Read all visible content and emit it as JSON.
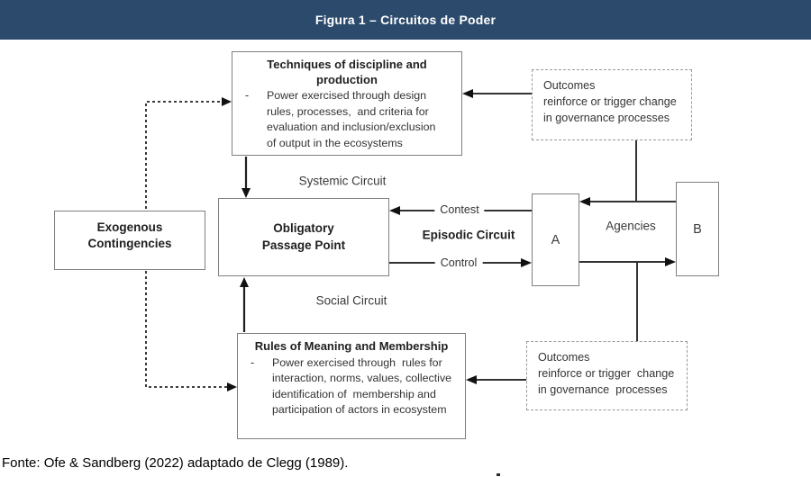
{
  "header": {
    "title": "Figura 1 – Circuitos de Poder"
  },
  "colors": {
    "header_bg": "#2c4a6b",
    "box_border": "#7f7f7f",
    "arrow": "#1f1f1f"
  },
  "boxes": {
    "techniques": {
      "title": "Techniques of discipline and production",
      "bullet_marker": "-",
      "body": "Power exercised through design\nrules, processes,  and criteria for\nevaluation and inclusion/exclusion\nof output in the ecosystems"
    },
    "rules": {
      "title": "Rules of Meaning and Membership",
      "bullet_marker": "-",
      "body": "Power exercised through  rules for\ninteraction, norms, values, collective\nidentification of  membership and\nparticipation of actors in ecosystem"
    },
    "exogenous": {
      "label": "Exogenous\nContingencies"
    },
    "opp": {
      "label": "Obligatory\nPassage Point"
    },
    "outcomes_top": {
      "text": "Outcomes\nreinforce or trigger change\nin governance processes"
    },
    "outcomes_bottom": {
      "text": "Outcomes\nreinforce or trigger  change\nin governance  processes"
    },
    "agency_a": {
      "label": "A"
    },
    "agency_b": {
      "label": "B"
    }
  },
  "labels": {
    "systemic": "Systemic Circuit",
    "episodic": "Episodic Circuit",
    "social": "Social Circuit",
    "contest": "Contest",
    "control": "Control",
    "agencies": "Agencies"
  },
  "caption": "Fonte: Ofe & Sandberg (2022) adaptado de Clegg (1989)."
}
